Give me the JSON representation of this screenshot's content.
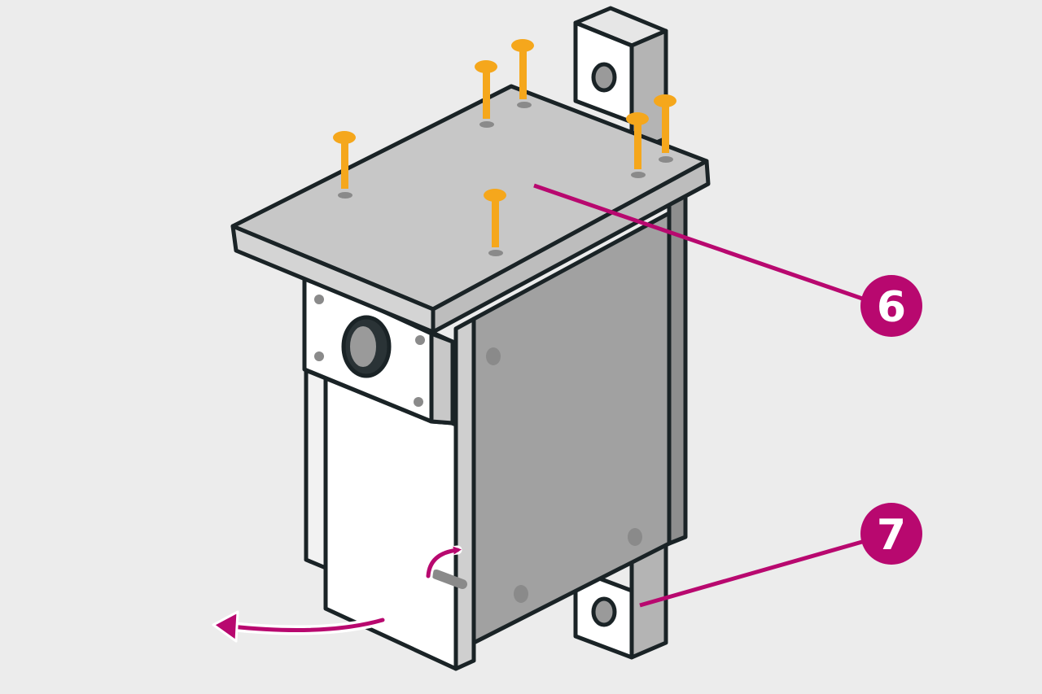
{
  "colors": {
    "background": "#ececec",
    "outline": "#1a2326",
    "roof_top": "#c7c7c7",
    "roof_edge": "#d4d4d4",
    "side_panel": "#a1a1a1",
    "front_panel": "#ffffff",
    "post": "#b4b4b4",
    "nail": "#f5a71c",
    "accent": "#b8086f"
  },
  "callouts": [
    {
      "label": "6",
      "target": "roof-panel"
    },
    {
      "label": "7",
      "target": "mounting-post"
    }
  ],
  "icons": {
    "nail": "nail-icon",
    "rotate_arrow": "rotate-arrow-icon",
    "open_arrow": "open-door-arrow-icon"
  }
}
